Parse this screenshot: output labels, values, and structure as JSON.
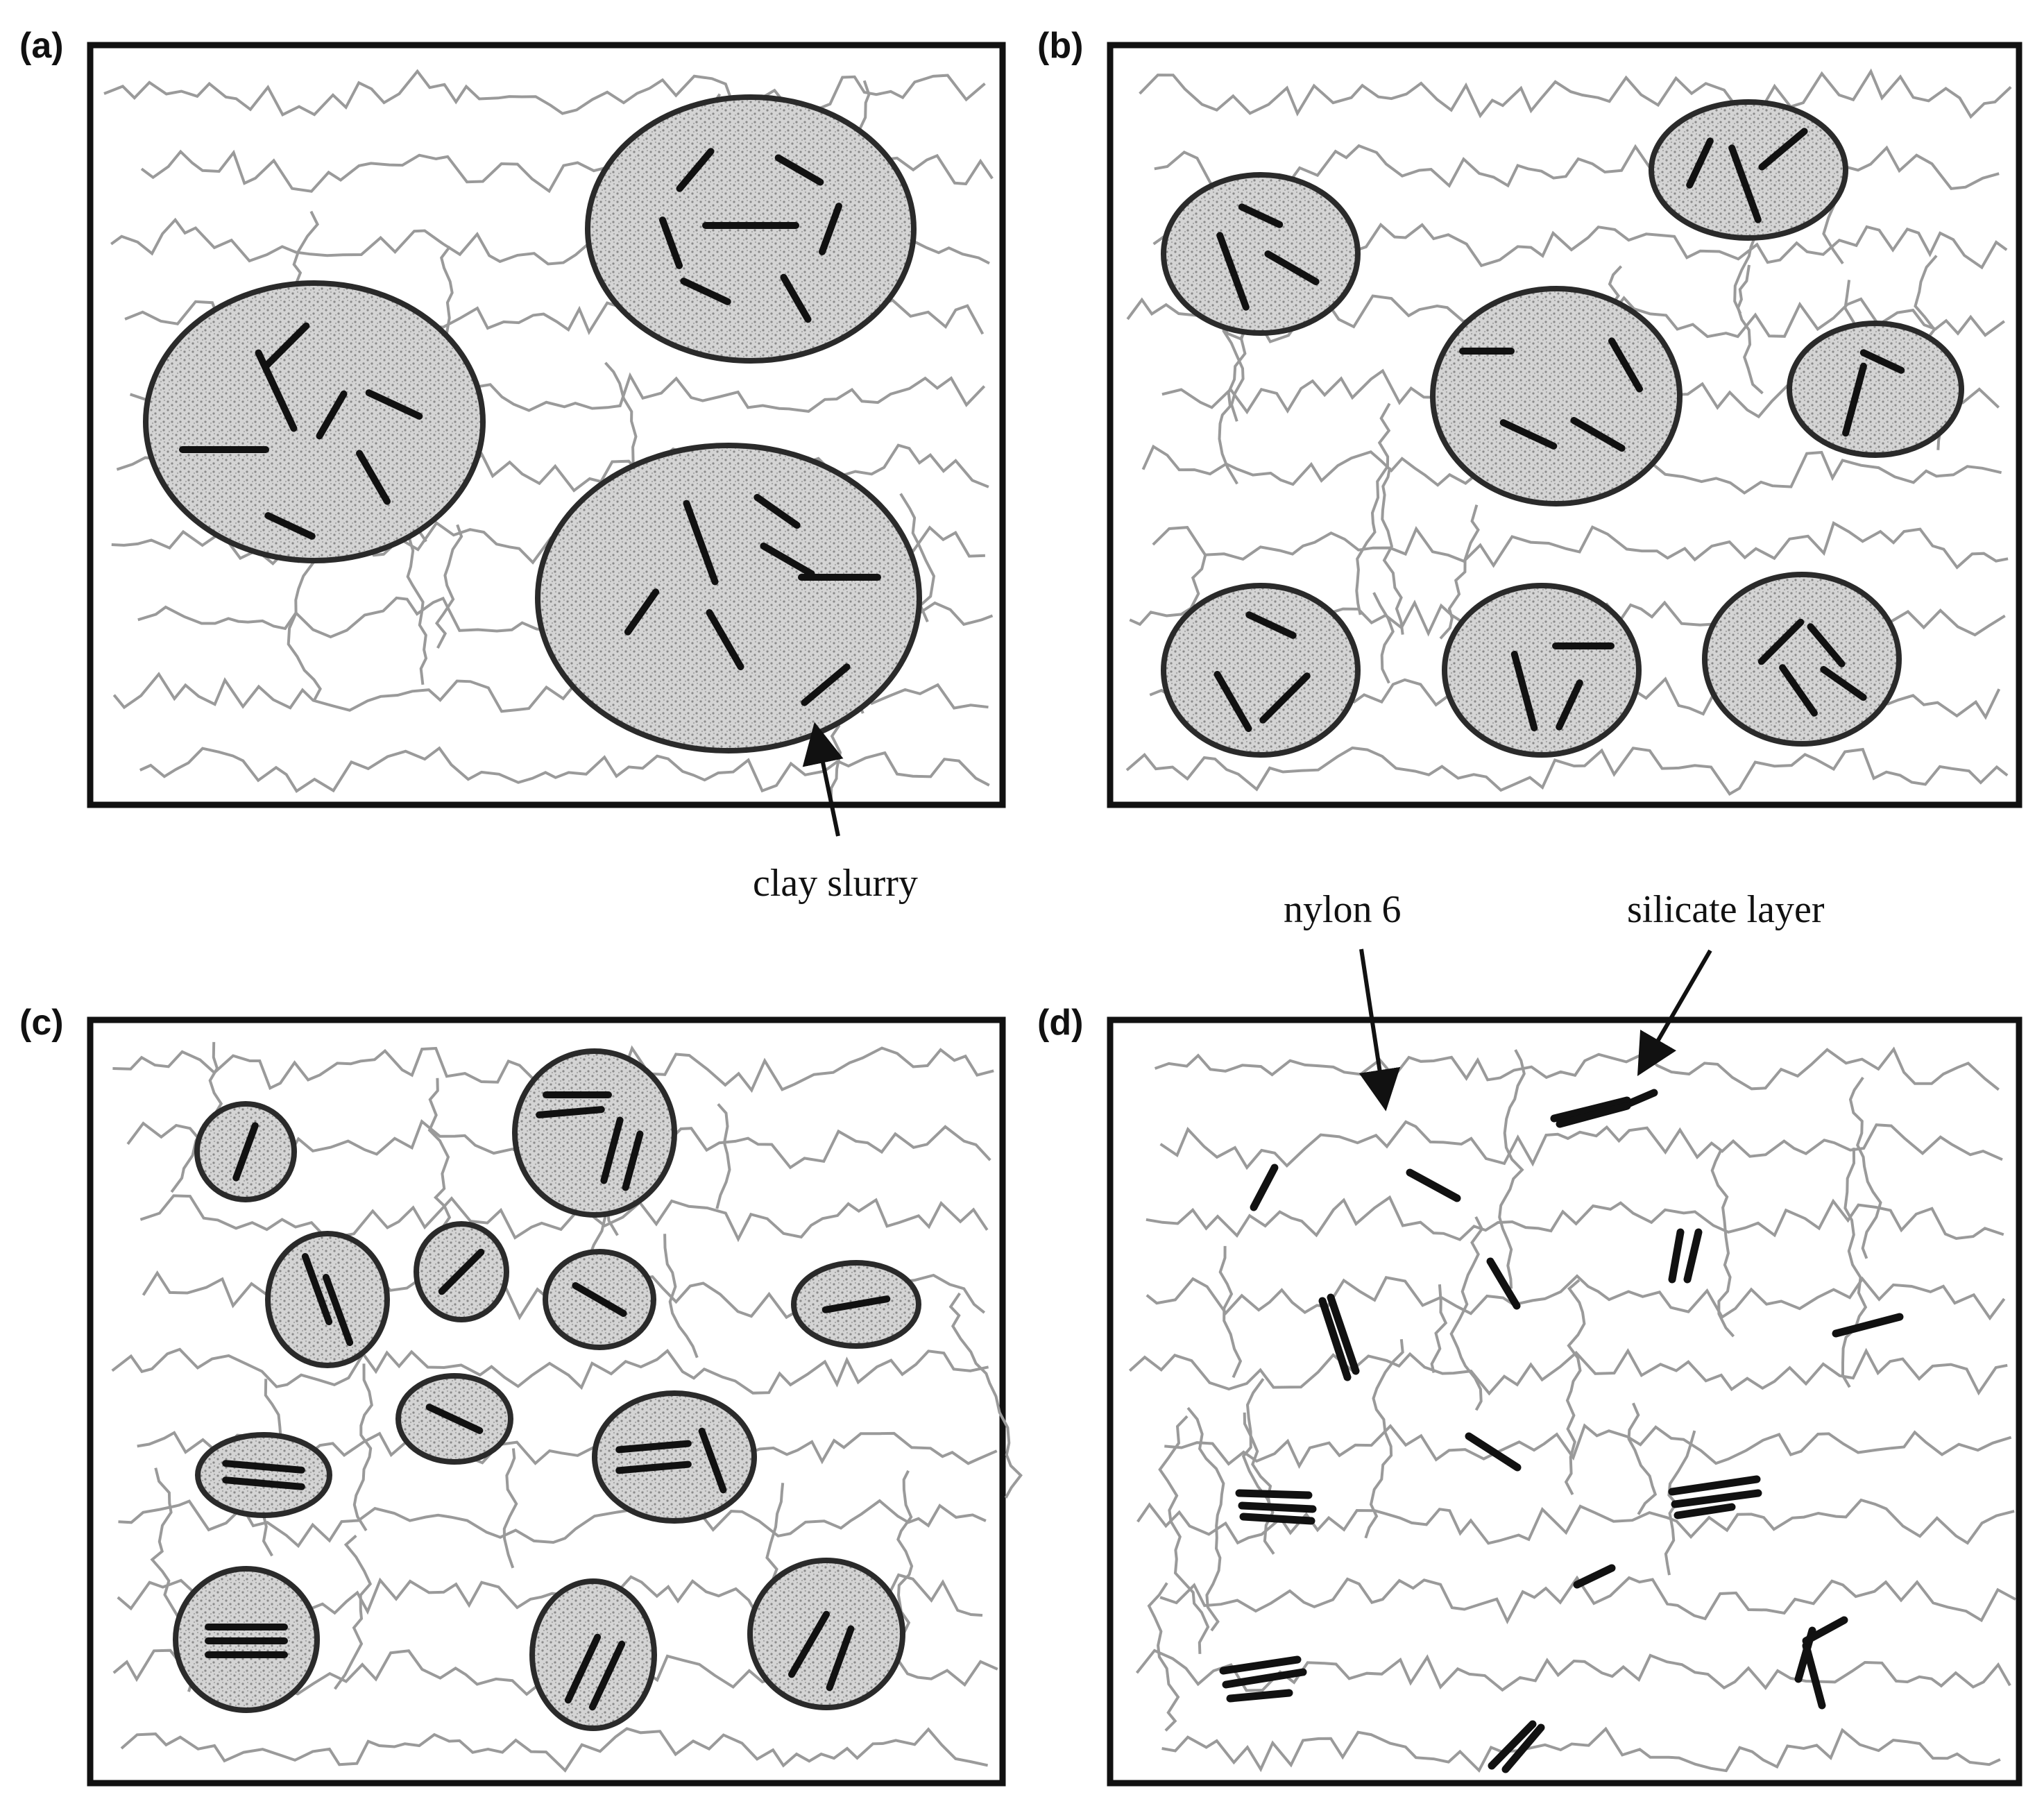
{
  "panels": [
    {
      "label": "(a)"
    },
    {
      "label": "(b)"
    },
    {
      "label": "(c)"
    },
    {
      "label": "(d)"
    }
  ],
  "annotations": {
    "clay_slurry": "clay slurry",
    "nylon": "nylon 6",
    "silicate": "silicate layer"
  },
  "colors": {
    "frame": "#111111",
    "chain": "#9a9a9a",
    "slurry_fill": "#c9c9c9",
    "platelet": "#111111"
  }
}
